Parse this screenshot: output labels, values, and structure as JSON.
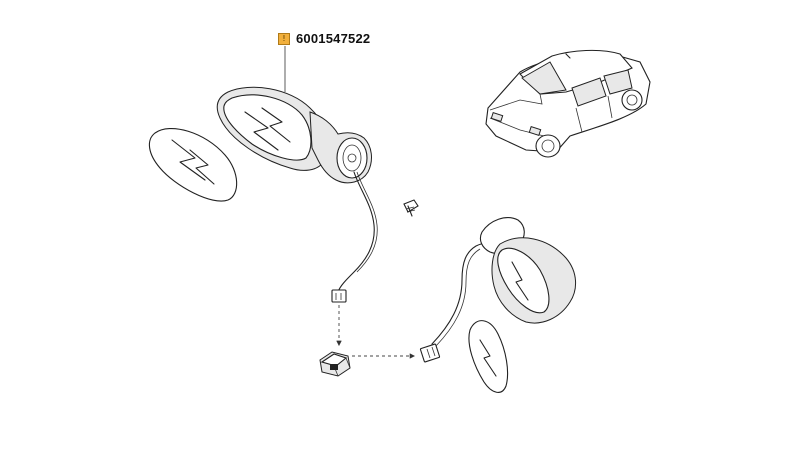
{
  "callout": {
    "marker": "!",
    "part_number": "6001547522",
    "marker_color": "#f2b03c"
  },
  "parts": [
    {
      "name": "left-mirror-glass"
    },
    {
      "name": "left-mirror-housing"
    },
    {
      "name": "left-mirror-wiring-harness"
    },
    {
      "name": "mounting-screw"
    },
    {
      "name": "left-harness-connector"
    },
    {
      "name": "adjustment-switch"
    },
    {
      "name": "right-harness-connector"
    },
    {
      "name": "right-mirror-housing"
    },
    {
      "name": "right-mirror-glass"
    },
    {
      "name": "vehicle-reference-illustration"
    }
  ]
}
